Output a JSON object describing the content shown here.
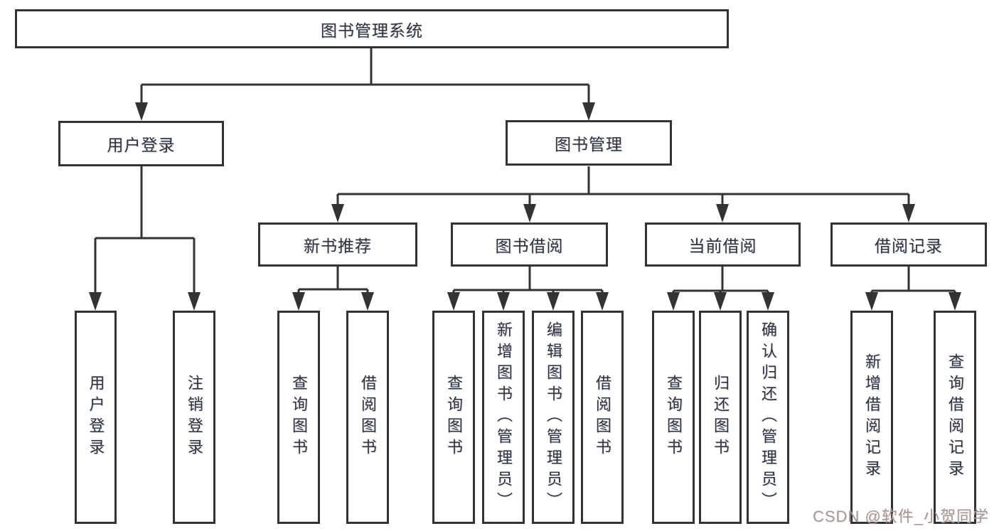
{
  "colors": {
    "line": "#333333",
    "text": "#333333",
    "box_bg": "#ffffff",
    "watermark": "#9c9c9c"
  },
  "nodes": {
    "root": "图书管理系统",
    "l1": {
      "user_login": "用户登录",
      "book_mgmt": "图书管理"
    },
    "l2": {
      "new_book_rec": "新书推荐",
      "book_borrow": "图书借阅",
      "current_borrow": "当前借阅",
      "borrow_records": "借阅记录"
    },
    "leaves": {
      "user_login": "用户登录",
      "logout": "注销登录",
      "rec_query_books": "查询图书",
      "rec_borrow_books": "借阅图书",
      "bb_query_books": "查询图书",
      "bb_add_books": "新增图书（管理员）",
      "bb_edit_books": "编辑图书（管理员）",
      "bb_borrow_books": "借阅图书",
      "cb_query_books": "查询图书",
      "cb_return_books": "归还图书",
      "cb_confirm_return": "确认归还（管理员）",
      "br_add_record": "新增借阅记录",
      "br_query_record": "查询借阅记录"
    }
  },
  "watermark": "CSDN @软件_小贺同学"
}
